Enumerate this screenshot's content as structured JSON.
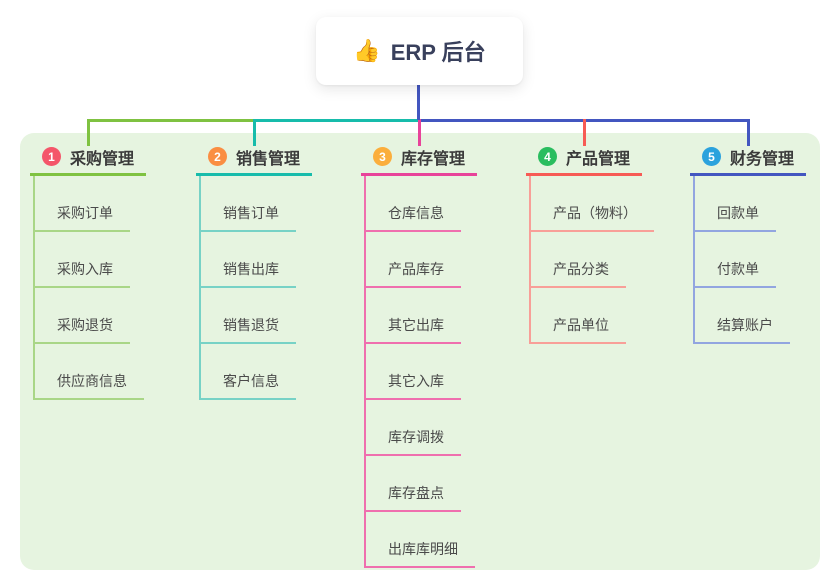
{
  "root": {
    "emoji": "👍",
    "label": "ERP 后台"
  },
  "colors": {
    "panel_bg": "#e6f4e0",
    "stem": "#4356c0",
    "root_text": "#39405c"
  },
  "branches": [
    {
      "number": "1",
      "label": "采购管理",
      "badge_color": "#f4566a",
      "line_color": "#7fc241",
      "child_line_color": "#a9d687",
      "children": [
        "采购订单",
        "采购入库",
        "采购退货",
        "供应商信息"
      ]
    },
    {
      "number": "2",
      "label": "销售管理",
      "badge_color": "#fa8e42",
      "line_color": "#17bcab",
      "child_line_color": "#77d2c6",
      "children": [
        "销售订单",
        "销售出库",
        "销售退货",
        "客户信息"
      ]
    },
    {
      "number": "3",
      "label": "库存管理",
      "badge_color": "#fbae3c",
      "line_color": "#e8439a",
      "child_line_color": "#ef6fae",
      "children": [
        "仓库信息",
        "产品库存",
        "其它出库",
        "其它入库",
        "库存调拨",
        "库存盘点",
        "出库库明细"
      ]
    },
    {
      "number": "4",
      "label": "产品管理",
      "badge_color": "#2abd5f",
      "line_color": "#f75b55",
      "child_line_color": "#f89f98",
      "children": [
        "产品（物料）",
        "产品分类",
        "产品单位"
      ]
    },
    {
      "number": "5",
      "label": "财务管理",
      "badge_color": "#2ba2dd",
      "line_color": "#4356c0",
      "child_line_color": "#92a5e0",
      "children": [
        "回款单",
        "付款单",
        "结算账户"
      ]
    }
  ]
}
